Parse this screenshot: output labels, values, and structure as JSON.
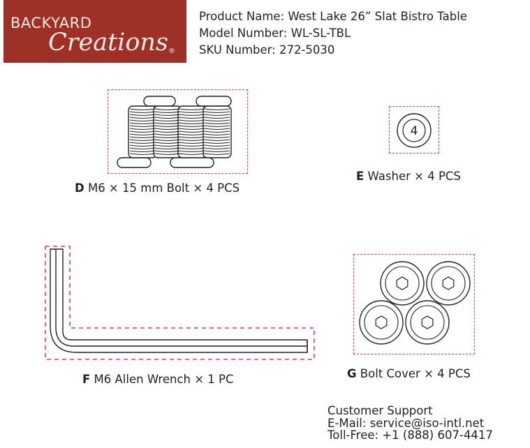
{
  "brand": {
    "logo_word_top": "BACKYARD",
    "logo_word_script": "Creations",
    "logo_registered": "®",
    "color": "#9e3025"
  },
  "product": {
    "name_line": "Product Name: West Lake 26” Slat Bistro Table",
    "model_line": "Model Number: WL-SL-TBL",
    "sku_line": "SKU Number: 272-5030"
  },
  "parts": [
    {
      "letter": "D",
      "description": "M6 × 15 mm Bolt × 4 PCS",
      "icon": "bolt-icon"
    },
    {
      "letter": "E",
      "description": "Washer × 4 PCS",
      "icon": "washer-icon",
      "badge": "4"
    },
    {
      "letter": "F",
      "description": "M6 Allen Wrench × 1 PC",
      "icon": "allen-wrench-icon"
    },
    {
      "letter": "G",
      "description": "Bolt Cover × 4 PCS",
      "icon": "bolt-cover-icon"
    }
  ],
  "support": {
    "title": "Customer Support",
    "email_line": "E-Mail: service@iso-intl.net",
    "phone_line": "Toll-Free: +1 (888) 607-4417"
  },
  "colors": {
    "dash_border": "#e1357f",
    "ink": "#231f20"
  }
}
